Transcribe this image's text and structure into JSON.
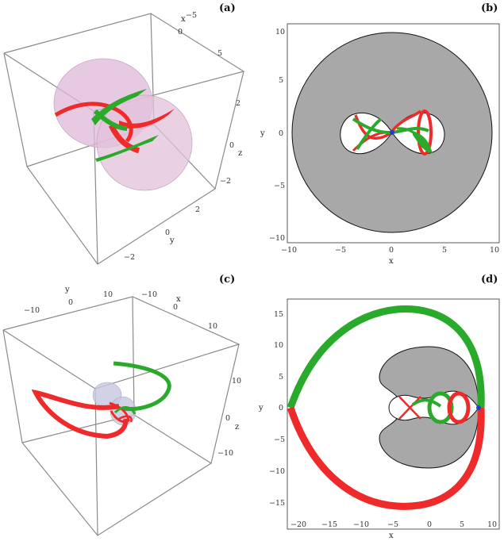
{
  "panels": [
    {
      "id": "a",
      "label": "(a)",
      "kind": "3d",
      "axis_labels": {
        "x": "x",
        "y": "y",
        "z": "z"
      },
      "x_ticks": [
        "−5",
        "0",
        "5"
      ],
      "y_ticks": [
        "2",
        "0",
        "−2"
      ],
      "z_ticks": [
        "2",
        "0",
        "−2"
      ]
    },
    {
      "id": "b",
      "label": "(b)",
      "kind": "2d",
      "axis_labels": {
        "x": "x",
        "y": "y"
      },
      "x_ticks": [
        "−10",
        "−5",
        "0",
        "5",
        "10"
      ],
      "y_ticks": [
        "10",
        "5",
        "0",
        "−5",
        "−10"
      ]
    },
    {
      "id": "c",
      "label": "(c)",
      "kind": "3d",
      "axis_labels": {
        "x": "x",
        "y": "y",
        "z": "z"
      },
      "x_ticks": [
        "−10",
        "0",
        "10"
      ],
      "y_ticks": [
        "−10",
        "0",
        "10"
      ],
      "z_ticks": [
        "10",
        "0",
        "−10"
      ]
    },
    {
      "id": "d",
      "label": "(d)",
      "kind": "2d",
      "axis_labels": {
        "x": "x",
        "y": "y"
      },
      "x_ticks": [
        "−20",
        "−15",
        "−10",
        "−5",
        "0",
        "5",
        "10"
      ],
      "y_ticks": [
        "15",
        "10",
        "5",
        "0",
        "−5",
        "−10",
        "−15"
      ]
    }
  ],
  "colors": {
    "red": "#ee2a2a",
    "green": "#2aaa2a",
    "gray": "#a8a8a8",
    "ellipsoid": "#d9b8d6",
    "frame": "#777777",
    "blue": "#1f3fcf"
  }
}
